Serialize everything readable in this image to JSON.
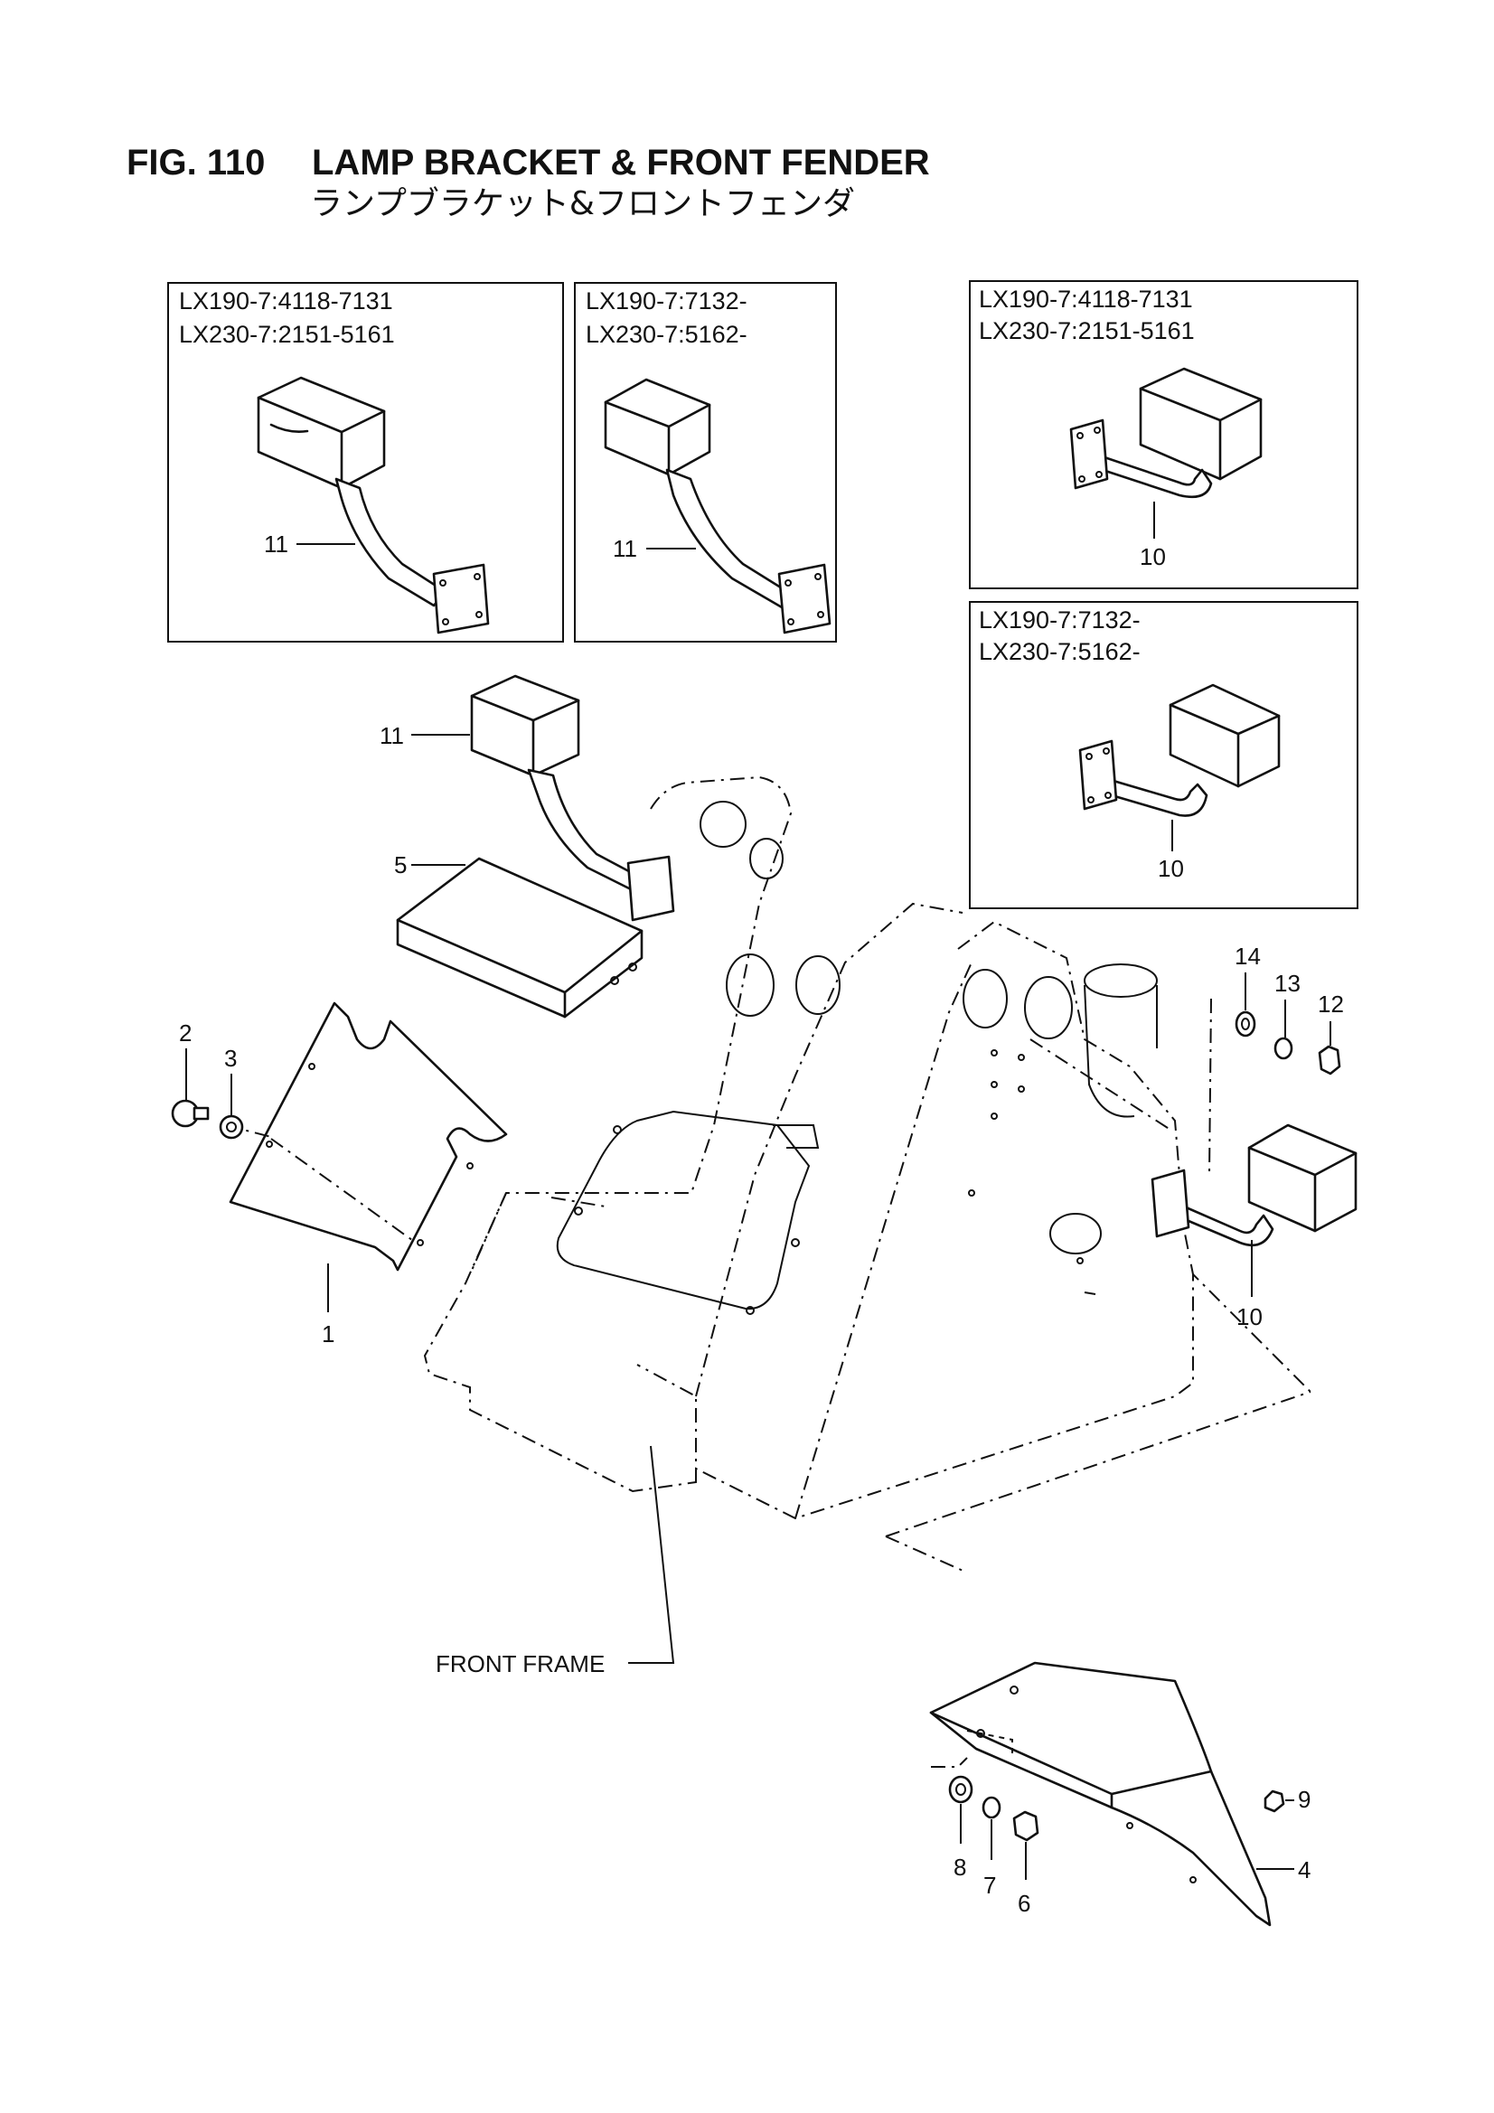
{
  "title": {
    "figure": "FIG. 110",
    "name": "LAMP BRACKET & FRONT FENDER",
    "subtitle_jp": "ランプブラケット&フロントフェンダ"
  },
  "insets": [
    {
      "line1": "LX190-7:4118-7131",
      "line2": "LX230-7:2151-5161",
      "callout": "11"
    },
    {
      "line1": "LX190-7:7132-",
      "line2": "LX230-7:5162-",
      "callout": "11"
    },
    {
      "line1": "LX190-7:4118-7131",
      "line2": "LX230-7:2151-5161",
      "callout": "10"
    },
    {
      "line1": "LX190-7:7132-",
      "line2": "LX230-7:5162-",
      "callout": "10"
    }
  ],
  "callouts": {
    "c1": "1",
    "c2": "2",
    "c3": "3",
    "c4": "4",
    "c5": "5",
    "c6": "6",
    "c7": "7",
    "c8": "8",
    "c9": "9",
    "c10": "10",
    "c11": "11",
    "c12": "12",
    "c13": "13",
    "c14": "14"
  },
  "front_frame_label": "FRONT FRAME"
}
